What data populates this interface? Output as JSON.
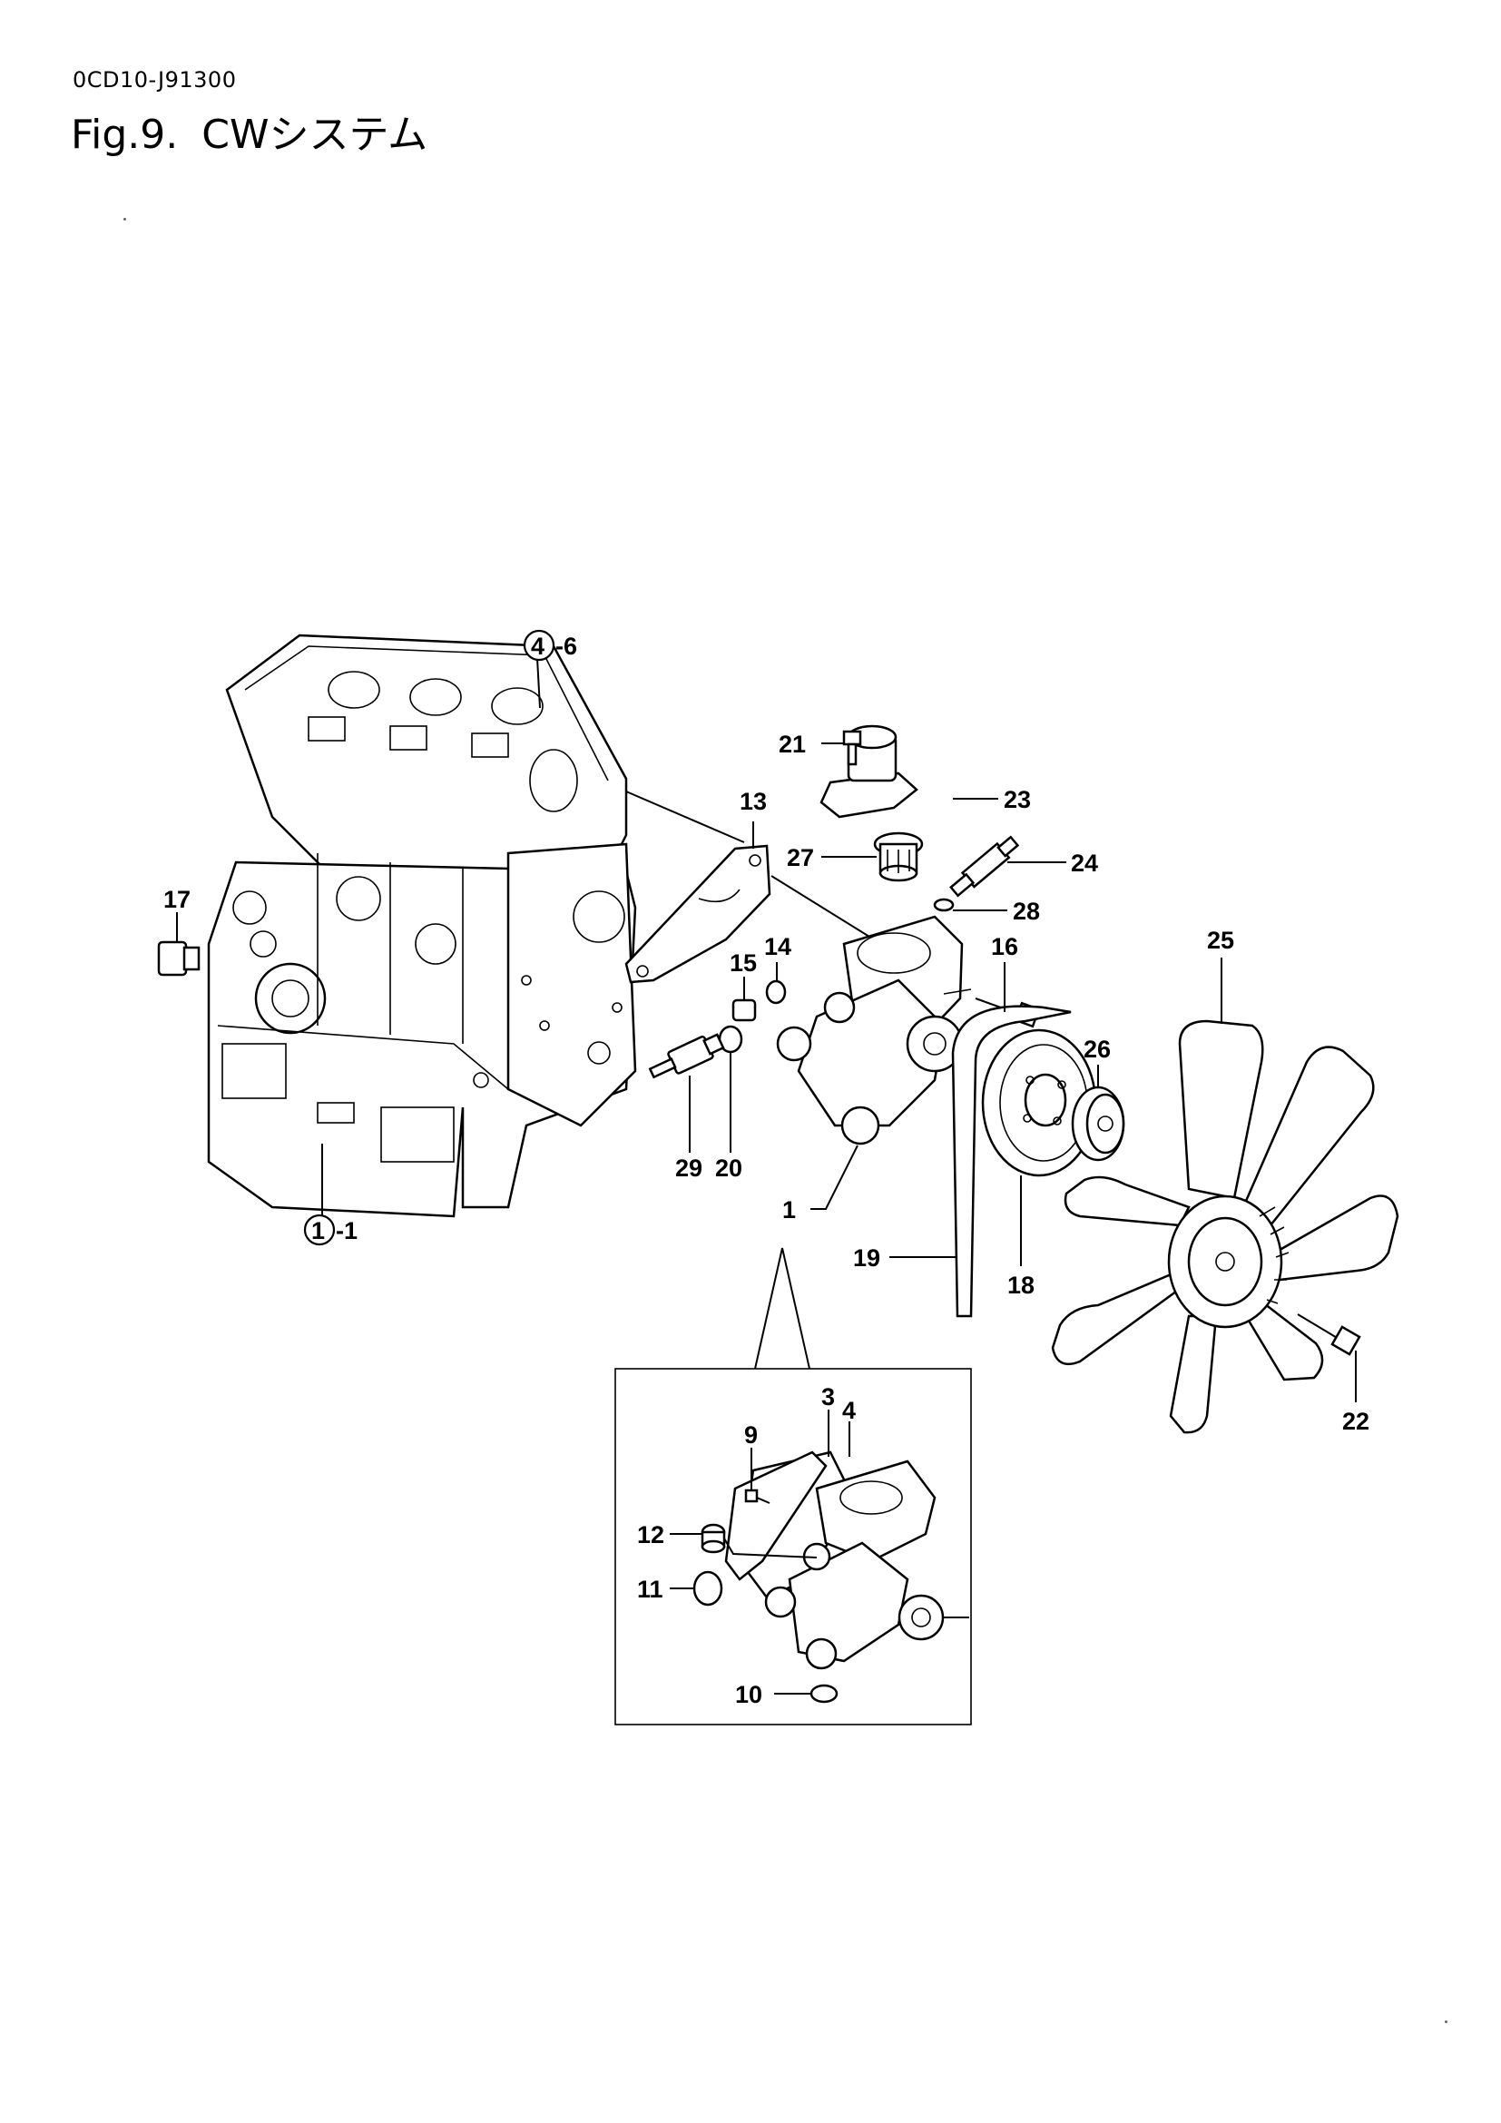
{
  "header": {
    "doc_code": "0CD10-J91300",
    "fig_num": "Fig.9.",
    "fig_name": "CWシステム"
  },
  "callouts": {
    "c1_1": {
      "num": "1",
      "suffix": "-1"
    },
    "c4_6": {
      "num": "4",
      "suffix": "-6"
    },
    "p1": "1",
    "p3": "3",
    "p4": "4",
    "p9": "9",
    "p10": "10",
    "p11": "11",
    "p12": "12",
    "p13": "13",
    "p14": "14",
    "p15": "15",
    "p16": "16",
    "p17": "17",
    "p18": "18",
    "p19": "19",
    "p20": "20",
    "p21": "21",
    "p22": "22",
    "p23": "23",
    "p24": "24",
    "p25": "25",
    "p26": "26",
    "p27": "27",
    "p28": "28",
    "p29": "29"
  }
}
